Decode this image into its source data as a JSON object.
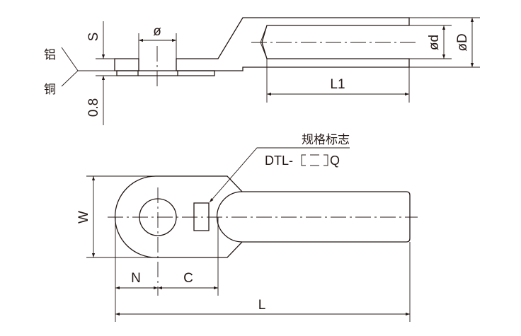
{
  "section_view": {
    "label_aluminum": "铝",
    "label_copper": "铜",
    "dim_s": "S",
    "dim_hole": "ø",
    "dim_copper_thickness": "0.8",
    "dim_l1": "L1",
    "dim_inner_d": "ød",
    "dim_outer_d": "øD"
  },
  "plan_view": {
    "marking_title": "规格标志",
    "marking_prefix": "DTL-",
    "marking_suffix": "Q",
    "dim_w": "W",
    "dim_n": "N",
    "dim_c": "C",
    "dim_l": "L"
  },
  "colors": {
    "line": "#231815",
    "background": "#ffffff"
  }
}
